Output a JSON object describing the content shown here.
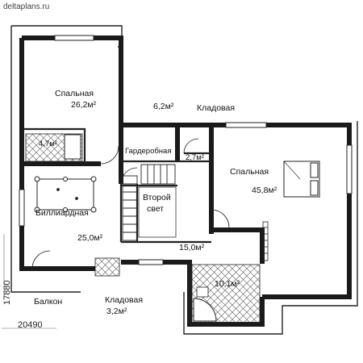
{
  "site": "deltaplans.ru",
  "dimensions": {
    "depth": "17880",
    "width": "20490"
  },
  "rooms": {
    "bedroom_left": {
      "name": "Спальная",
      "area": "26,2м²"
    },
    "closet_area": "6,2м²",
    "storage_top": "Кладовая",
    "bath_left_area": "4,7м²",
    "wardrobe": "Гардеробная",
    "storage_small_area": "2,7м²",
    "bedroom_right": {
      "name": "Спальная",
      "area": "45,8м²"
    },
    "second_light": {
      "line1": "Второй",
      "line2": "свет"
    },
    "billiard": {
      "name": "Биллиардная",
      "area": "25,0м²"
    },
    "hall_area": "15,0м²",
    "bath_right_area": "10,1м²",
    "balcony": "Балкон",
    "storage_bottom": {
      "name": "Кладовая",
      "area": "3,2м²"
    }
  }
}
